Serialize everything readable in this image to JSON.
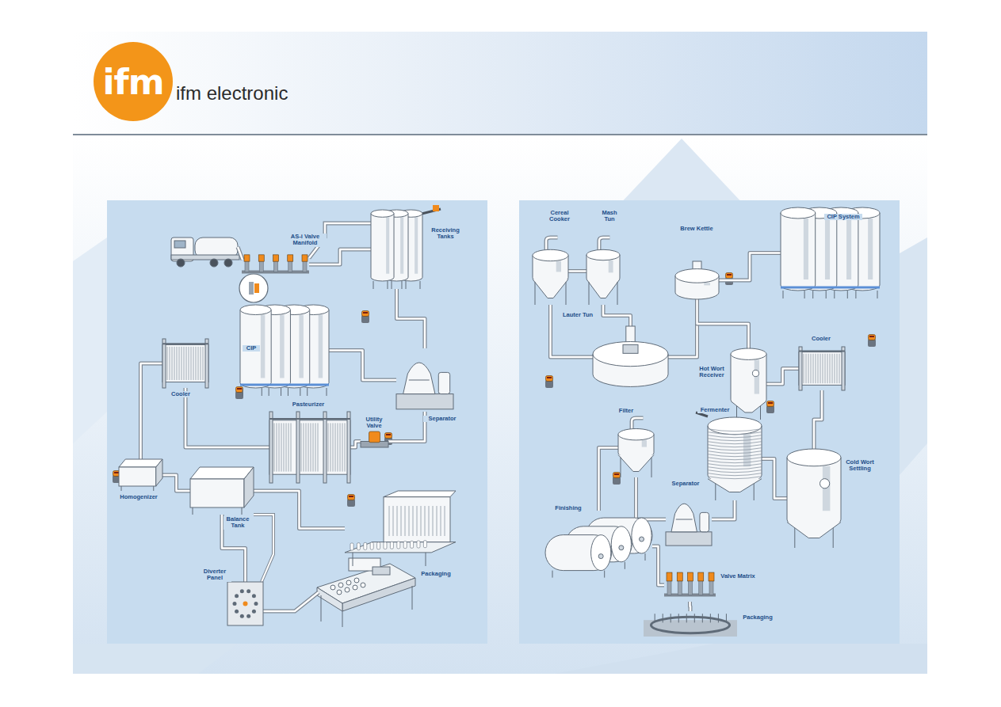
{
  "diagram": {
    "nodes": [
      {
        "text": [
          "ifm"
        ]
      },
      {
        "text": [
          "AS-i Valve Manifold"
        ]
      },
      {
        "text": [
          "Receiving Tanks"
        ]
      },
      {
        "text": [
          "CIP"
        ]
      },
      {
        "text": [
          "Cooler"
        ]
      },
      {
        "text": [
          "Pasteurizer"
        ]
      },
      {
        "text": [
          "Utility Valve"
        ]
      },
      {
        "text": [
          "Separator"
        ]
      },
      {
        "text": [
          "Homogenizer"
        ]
      },
      {
        "text": [
          "Balance Tank"
        ]
      },
      {
        "text": [
          "Packaging"
        ]
      },
      {
        "text": [
          "Diverter Panel"
        ]
      },
      {
        "text": [
          "Cereal Cooker"
        ]
      },
      {
        "text": [
          "Mash Tun"
        ]
      },
      {
        "text": [
          "Brew Kettle"
        ]
      },
      {
        "text": [
          "CIP System"
        ]
      },
      {
        "text": [
          "Lauter Tun"
        ]
      },
      {
        "text": [
          "Hot Wort Receiver"
        ]
      },
      {
        "text": [
          "Cooler"
        ]
      },
      {
        "text": [
          "Filter"
        ]
      },
      {
        "text": [
          "Fermenter"
        ]
      },
      {
        "text": [
          "Separator"
        ]
      },
      {
        "text": [
          "Cold Wort Settling"
        ]
      },
      {
        "text": [
          "Finishing"
        ]
      },
      {
        "text": [
          "Valve Matrix"
        ]
      },
      {
        "text": [
          "Packaging"
        ]
      }
    ],
    "edges": [
      {
        "from": 1,
        "to": 2,
        "arrow": "none"
      },
      {
        "from": 2,
        "to": 7,
        "arrow": "none"
      },
      {
        "from": 3,
        "to": 7,
        "arrow": "none"
      },
      {
        "from": 7,
        "to": 6,
        "arrow": "none"
      },
      {
        "from": 6,
        "to": 5,
        "arrow": "none"
      },
      {
        "from": 5,
        "to": 4,
        "arrow": "none"
      },
      {
        "from": 4,
        "to": 8,
        "arrow": "none"
      },
      {
        "from": 8,
        "to": 9,
        "arrow": "none"
      },
      {
        "from": 9,
        "to": 10,
        "arrow": "none"
      },
      {
        "from": 9,
        "to": 11,
        "arrow": "none"
      },
      {
        "from": 12,
        "to": 13,
        "arrow": "none"
      },
      {
        "from": 13,
        "to": 16,
        "arrow": "none"
      },
      {
        "from": 12,
        "to": 16,
        "arrow": "none"
      },
      {
        "from": 16,
        "to": 14,
        "arrow": "none"
      },
      {
        "from": 14,
        "to": 15,
        "arrow": "none"
      },
      {
        "from": 14,
        "to": 17,
        "arrow": "none"
      },
      {
        "from": 17,
        "to": 18,
        "arrow": "none"
      },
      {
        "from": 18,
        "to": 22,
        "arrow": "none"
      },
      {
        "from": 22,
        "to": 20,
        "arrow": "none"
      },
      {
        "from": 20,
        "to": 21,
        "arrow": "none"
      },
      {
        "from": 21,
        "to": 19,
        "arrow": "none"
      },
      {
        "from": 19,
        "to": 23,
        "arrow": "none"
      },
      {
        "from": 23,
        "to": 24,
        "arrow": "none"
      },
      {
        "from": 24,
        "to": 25,
        "arrow": "none"
      }
    ],
    "labels": [
      "ifm electronic"
    ]
  }
}
